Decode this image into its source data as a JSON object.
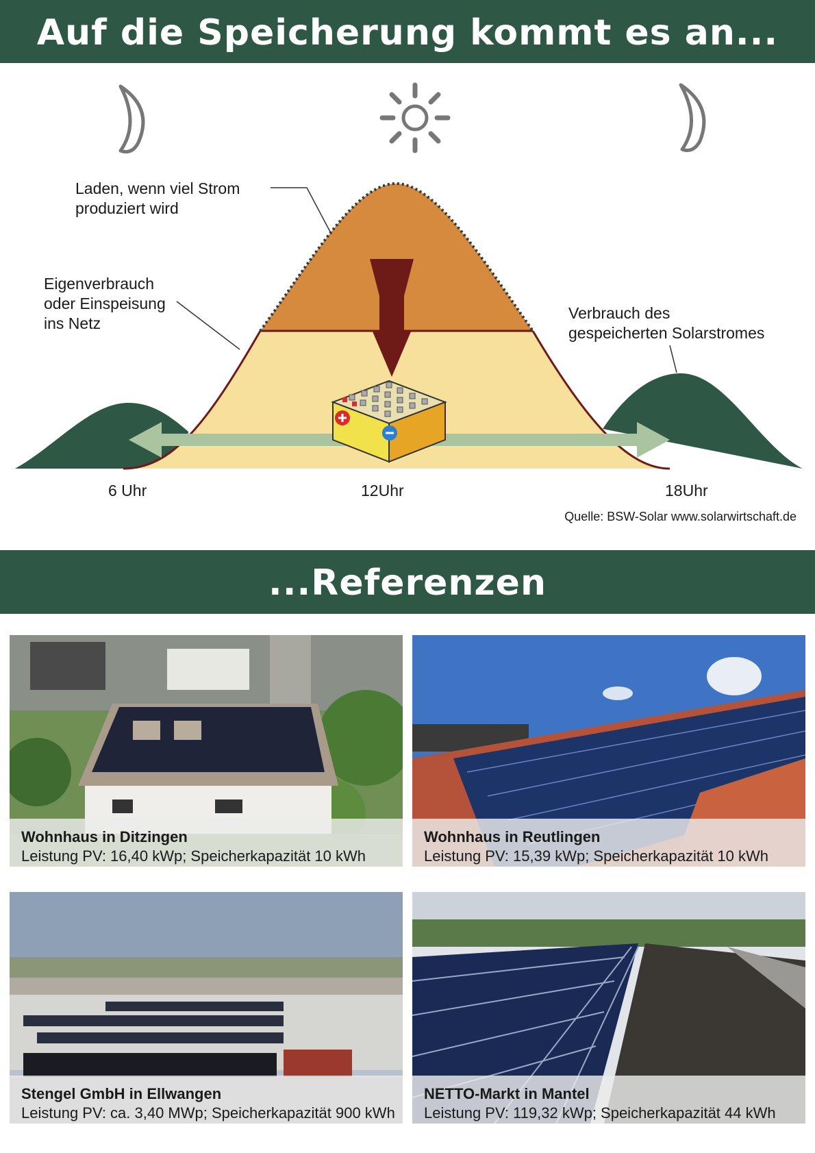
{
  "header": {
    "title": "Auf die Speicherung kommt es an..."
  },
  "diagram": {
    "label_charge": [
      "Laden, wenn viel Strom",
      "produziert wird"
    ],
    "label_self_use": [
      "Eigenverbrauch",
      "oder Einspeisung",
      "ins Netz"
    ],
    "label_stored": [
      "Verbrauch des",
      "gespeicherten Solarstromes"
    ],
    "times": [
      "6 Uhr",
      "12Uhr",
      "18Uhr"
    ],
    "source": "Quelle: BSW-Solar www.solarwirtschaft.de",
    "icons": [
      "moon-icon",
      "sun-icon",
      "moon-icon",
      "battery-icon",
      "down-arrow-icon"
    ],
    "colors": {
      "banner": "#2f5746",
      "charge_area": "#d68a3e",
      "self_use_area": "#f6e09c",
      "stored_area": "#2f5746",
      "arrow": "#6e1b18",
      "flow": "#a9c49f"
    }
  },
  "references": {
    "heading": "...Referenzen",
    "items": [
      {
        "title": "Wohnhaus in Ditzingen",
        "details": "Leistung PV: 16,40 kWp; Speicherkapazität 10 kWh"
      },
      {
        "title": "Wohnhaus in Reutlingen",
        "details": "Leistung PV: 15,39 kWp; Speicherkapazität 10 kWh"
      },
      {
        "title": "Stengel GmbH in Ellwangen",
        "details": "Leistung PV: ca. 3,40 MWp; Speicherkapazität 900 kWh"
      },
      {
        "title": "NETTO-Markt in Mantel",
        "details": "Leistung PV: 119,32 kWp; Speicherkapazität 44 kWh"
      }
    ]
  }
}
